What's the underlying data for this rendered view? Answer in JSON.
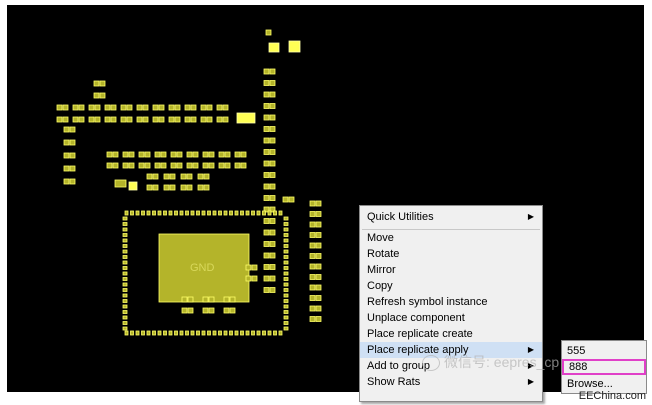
{
  "board": {
    "gnd_label": "GND"
  },
  "context_menu": {
    "items": [
      {
        "label": "Quick Utilities",
        "submenu": true
      },
      {
        "label": "Move"
      },
      {
        "label": "Rotate"
      },
      {
        "label": "Mirror"
      },
      {
        "label": "Copy"
      },
      {
        "label": "Refresh symbol instance"
      },
      {
        "label": "Unplace component"
      },
      {
        "label": "Place replicate create"
      },
      {
        "label": "Place replicate apply",
        "submenu": true,
        "highlighted": true
      },
      {
        "label": "Add to group",
        "submenu": true
      },
      {
        "label": "Show Rats",
        "submenu": true
      }
    ]
  },
  "submenu": {
    "items": [
      {
        "label": "555"
      },
      {
        "label": "888",
        "selected": true
      },
      {
        "label": "Browse..."
      }
    ]
  },
  "watermark": {
    "text": "微信号: eepres_cp"
  },
  "credit": {
    "text": "EEChina.com"
  },
  "colors": {
    "canvas": "#000000",
    "pad": "#b4b42a",
    "selection_border": "#e040c8",
    "menu_background": "#f0f0f0"
  }
}
